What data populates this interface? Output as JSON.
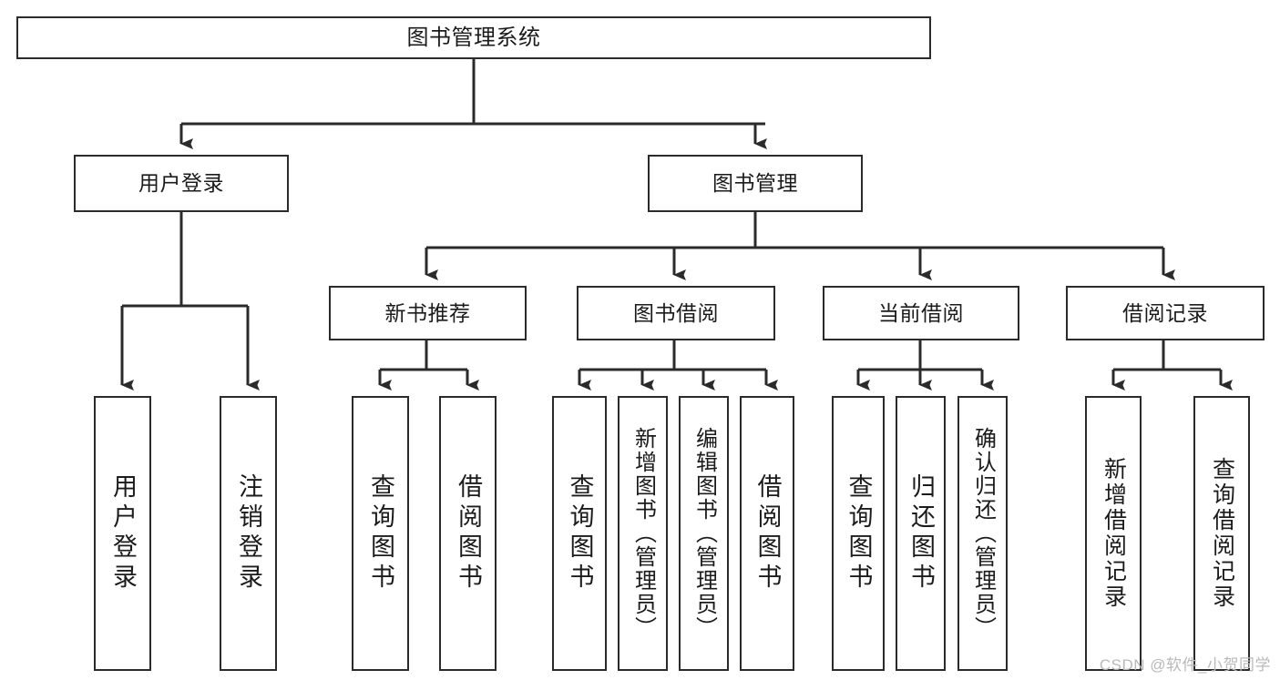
{
  "diagram": {
    "title": "图书管理系统",
    "type": "tree",
    "watermark": "CSDN @软件_小贺同学",
    "colors": {
      "box_border": "#2b2b2b",
      "box_fill": "#ffffff",
      "connector": "#2b2b2b",
      "text": "#1b1b1b",
      "watermark": "#b9b9b9",
      "background": "#ffffff"
    },
    "root": {
      "label": "图书管理系统"
    },
    "level2": [
      {
        "label": "用户登录"
      },
      {
        "label": "图书管理"
      }
    ],
    "level3": [
      {
        "label": "新书推荐"
      },
      {
        "label": "图书借阅"
      },
      {
        "label": "当前借阅"
      },
      {
        "label": "借阅记录"
      }
    ],
    "leaves": {
      "user_login": [
        {
          "label": "用户登录"
        },
        {
          "label": "注销登录"
        }
      ],
      "new_book_recommend": [
        {
          "label": "查询图书"
        },
        {
          "label": "借阅图书"
        }
      ],
      "book_borrow": [
        {
          "label": "查询图书"
        },
        {
          "label": "新增图书（管理员）"
        },
        {
          "label": "编辑图书（管理员）"
        },
        {
          "label": "借阅图书"
        }
      ],
      "current_borrow": [
        {
          "label": "查询图书"
        },
        {
          "label": "归还图书"
        },
        {
          "label": "确认归还（管理员）"
        }
      ],
      "borrow_record": [
        {
          "label": "新增借阅记录"
        },
        {
          "label": "查询借阅记录"
        }
      ]
    }
  }
}
